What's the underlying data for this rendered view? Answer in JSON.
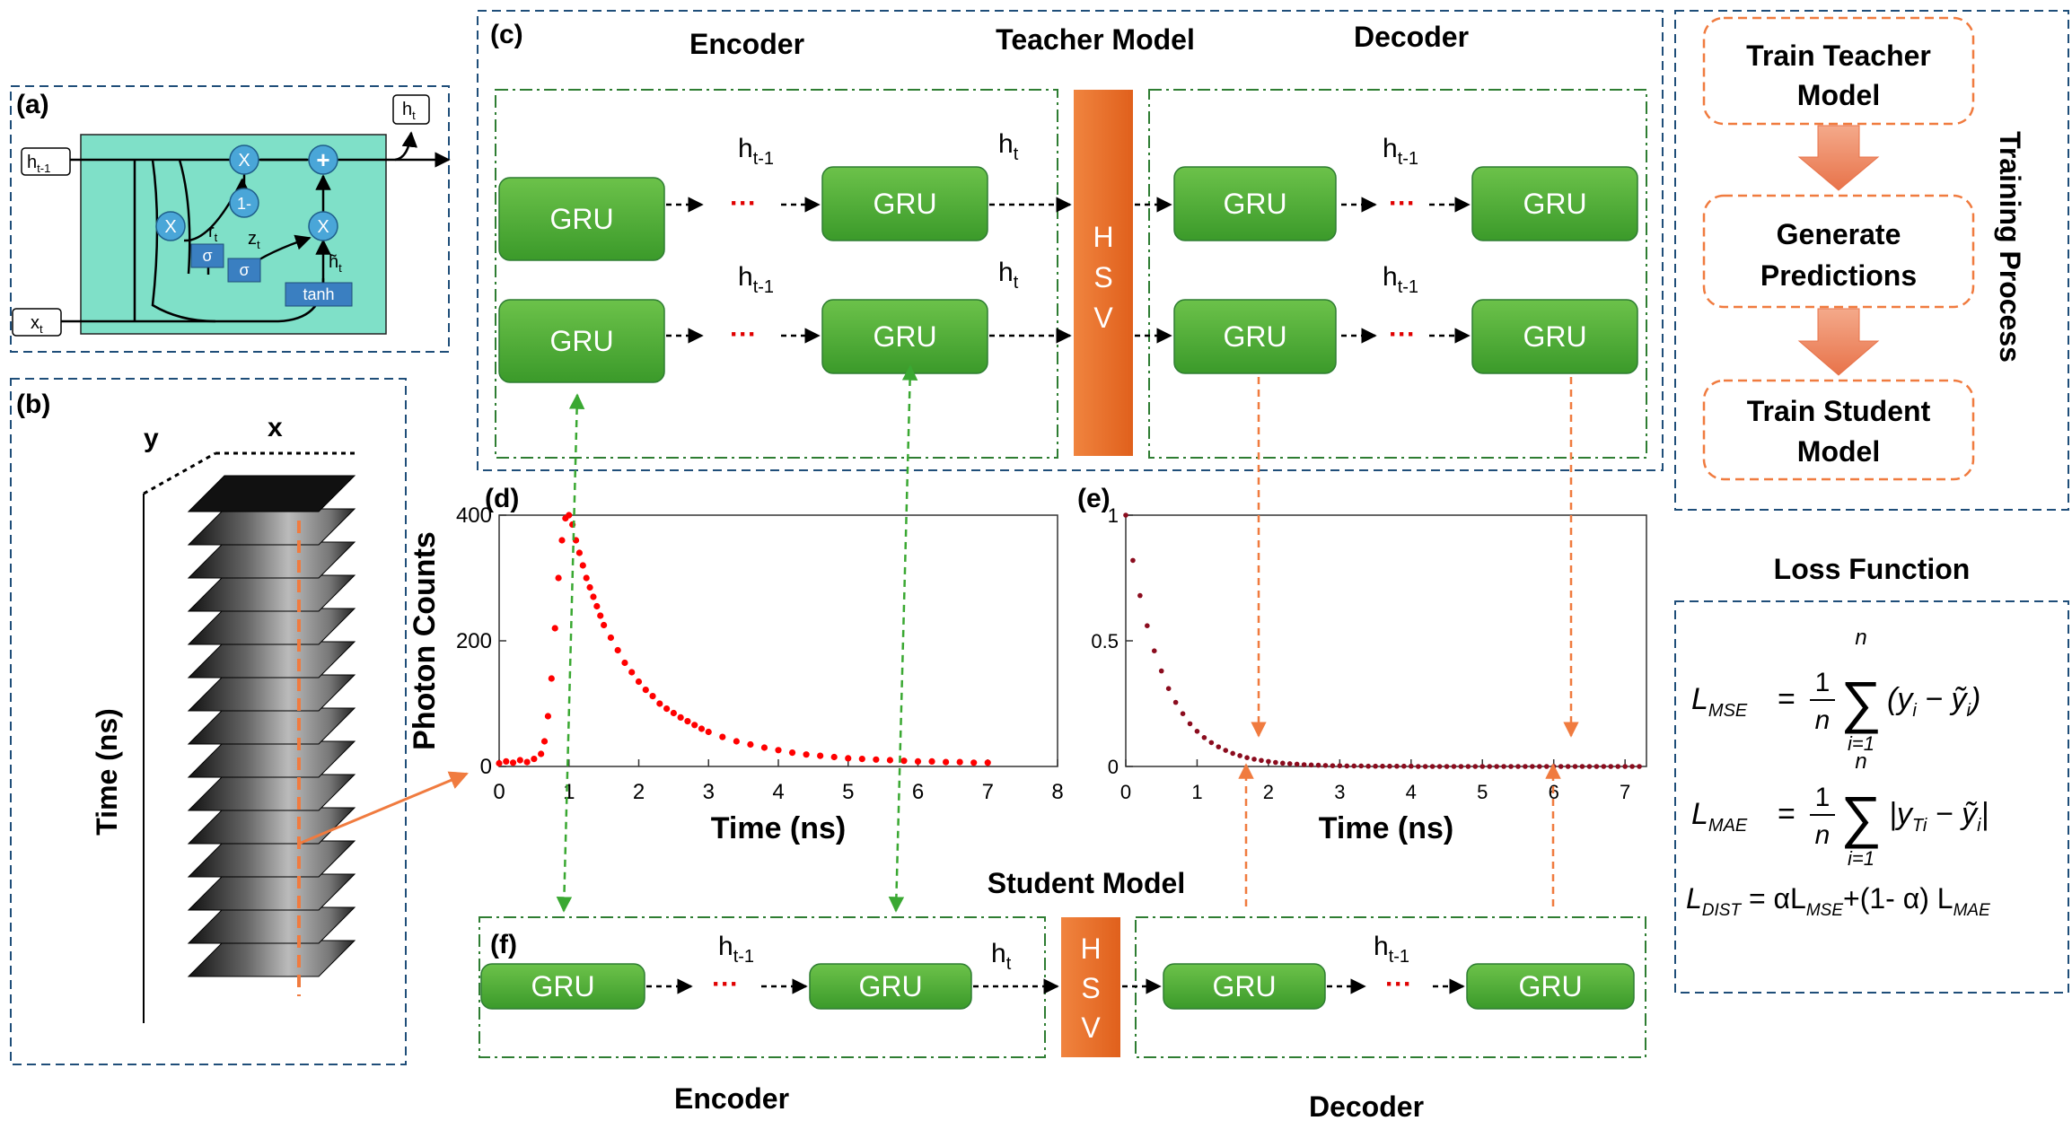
{
  "panels": {
    "a": "(a)",
    "b": "(b)",
    "c": "(c)",
    "d": "(d)",
    "e": "(e)",
    "f": "(f)"
  },
  "gru_cell": {
    "h_prev": "h",
    "h_prev_sub": "t-1",
    "h_out": "h",
    "h_out_sub": "t",
    "x_in": "x",
    "x_in_sub": "t",
    "multiply": "X",
    "add": "+",
    "one_minus": "1-",
    "sigma": "σ",
    "tanh": "tanh",
    "r_gate": "r",
    "r_sub": "t",
    "z_gate": "z",
    "z_sub": "t",
    "h_tilde": "h̃",
    "h_tilde_sub": "t"
  },
  "stack": {
    "axis_y": "y",
    "axis_x": "x",
    "axis_time": "Time (ns)",
    "slice_count": 15
  },
  "teacher": {
    "title": "Teacher Model",
    "encoder_title": "Encoder",
    "decoder_title": "Decoder",
    "gru": "GRU",
    "ellipsis": "···",
    "hsv": [
      "H",
      "S",
      "V"
    ],
    "h_sym": "h",
    "sub_prev": "t-1",
    "sub_t": "t"
  },
  "student": {
    "title": "Student Model",
    "encoder_title": "Encoder",
    "decoder_title": "Decoder",
    "gru": "GRU",
    "ellipsis": "···",
    "hsv": [
      "H",
      "S",
      "V"
    ],
    "h_sym": "h",
    "sub_prev": "t-1",
    "sub_t": "t"
  },
  "training": {
    "title": "Training Process",
    "steps": [
      "Train Teacher",
      "Model",
      "Generate",
      "Predictions",
      "Train Student",
      "Model"
    ]
  },
  "loss": {
    "title": "Loss Function",
    "mse_lhs": "L",
    "mse_sub": "MSE",
    "mse_frac_num": "1",
    "mse_frac_den": "n",
    "mse_sum_top": "n",
    "mse_sum_bot": "i=1",
    "mse_body": "(y",
    "mse_i": "i",
    "mse_mid": " − ỹ",
    "mse_close": ")",
    "mae_lhs": "L",
    "mae_sub": "MAE",
    "mae_sum_top": "n",
    "mae_sum_bot": "i=1",
    "mae_body": "|y",
    "mae_ti": "Ti",
    "mae_mid": " − ỹ",
    "mae_i": "i",
    "mae_close": "|",
    "dist_lhs": "L",
    "dist_sub": "DIST",
    "dist_body": " = αL",
    "dist_mse_sub": "MSE",
    "dist_mid": "+(1- α) L",
    "dist_mae_sub": "MAE",
    "eq": "="
  },
  "chart_data": [
    {
      "type": "scatter",
      "panel": "(d)",
      "xlabel": "Time (ns)",
      "ylabel": "Photon Counts",
      "xlim": [
        0,
        8
      ],
      "ylim": [
        0,
        400
      ],
      "x_ticks": [
        0,
        1,
        2,
        3,
        4,
        5,
        6,
        7,
        8
      ],
      "y_ticks": [
        0,
        200,
        400
      ],
      "color": "#ff0000",
      "grid": false,
      "x": [
        0.0,
        0.1,
        0.2,
        0.3,
        0.4,
        0.5,
        0.6,
        0.65,
        0.7,
        0.75,
        0.8,
        0.85,
        0.9,
        0.95,
        1.0,
        1.05,
        1.1,
        1.15,
        1.2,
        1.25,
        1.3,
        1.35,
        1.4,
        1.45,
        1.5,
        1.6,
        1.7,
        1.8,
        1.9,
        2.0,
        2.1,
        2.2,
        2.3,
        2.4,
        2.5,
        2.6,
        2.7,
        2.8,
        2.9,
        3.0,
        3.2,
        3.4,
        3.6,
        3.8,
        4.0,
        4.2,
        4.4,
        4.6,
        4.8,
        5.0,
        5.2,
        5.4,
        5.6,
        5.8,
        6.0,
        6.2,
        6.4,
        6.6,
        6.8,
        7.0
      ],
      "y": [
        5,
        8,
        6,
        10,
        7,
        12,
        20,
        40,
        80,
        140,
        220,
        300,
        360,
        395,
        400,
        385,
        360,
        340,
        320,
        300,
        285,
        270,
        255,
        240,
        225,
        205,
        185,
        165,
        150,
        135,
        122,
        112,
        100,
        92,
        85,
        78,
        72,
        66,
        60,
        55,
        47,
        40,
        35,
        30,
        26,
        22,
        19,
        17,
        15,
        13,
        12,
        11,
        10,
        9,
        8,
        8,
        7,
        7,
        6,
        6
      ]
    },
    {
      "type": "scatter",
      "panel": "(e)",
      "xlabel": "Time (ns)",
      "ylabel": "",
      "xlim": [
        0,
        7.3
      ],
      "ylim": [
        0,
        1
      ],
      "x_ticks": [
        0,
        1,
        2,
        3,
        4,
        5,
        6,
        7
      ],
      "y_ticks": [
        0,
        0.5,
        1
      ],
      "color": "#8b0c1e",
      "grid": false,
      "x": [
        0.0,
        0.1,
        0.2,
        0.3,
        0.4,
        0.5,
        0.6,
        0.7,
        0.8,
        0.9,
        1.0,
        1.1,
        1.2,
        1.3,
        1.4,
        1.5,
        1.6,
        1.7,
        1.8,
        1.9,
        2.0,
        2.1,
        2.2,
        2.3,
        2.4,
        2.5,
        2.6,
        2.7,
        2.8,
        2.9,
        3.0,
        3.1,
        3.2,
        3.3,
        3.4,
        3.5,
        3.6,
        3.7,
        3.8,
        3.9,
        4.0,
        4.1,
        4.2,
        4.3,
        4.4,
        4.5,
        4.6,
        4.7,
        4.8,
        4.9,
        5.0,
        5.1,
        5.2,
        5.3,
        5.4,
        5.5,
        5.6,
        5.7,
        5.8,
        5.9,
        6.0,
        6.1,
        6.2,
        6.3,
        6.4,
        6.5,
        6.6,
        6.7,
        6.8,
        6.9,
        7.0,
        7.1,
        7.2
      ],
      "y": [
        1.0,
        0.82,
        0.68,
        0.56,
        0.46,
        0.38,
        0.31,
        0.255,
        0.21,
        0.17,
        0.14,
        0.115,
        0.095,
        0.078,
        0.064,
        0.052,
        0.043,
        0.035,
        0.029,
        0.024,
        0.02,
        0.016,
        0.013,
        0.011,
        0.009,
        0.007,
        0.006,
        0.005,
        0.004,
        0.003,
        0.003,
        0.002,
        0.002,
        0.002,
        0.001,
        0.001,
        0.001,
        0.001,
        0.001,
        0.001,
        0.001,
        0.0,
        0.0,
        0.0,
        0.0,
        0.0,
        0.0,
        0.0,
        0.0,
        0.0,
        0.0,
        0.0,
        0.0,
        0.0,
        0.0,
        0.0,
        0.0,
        0.0,
        0.0,
        0.0,
        0.0,
        0.0,
        0.0,
        0.0,
        0.0,
        0.0,
        0.0,
        0.0,
        0.0,
        0.0,
        0.0,
        0.0,
        0.0
      ]
    }
  ]
}
